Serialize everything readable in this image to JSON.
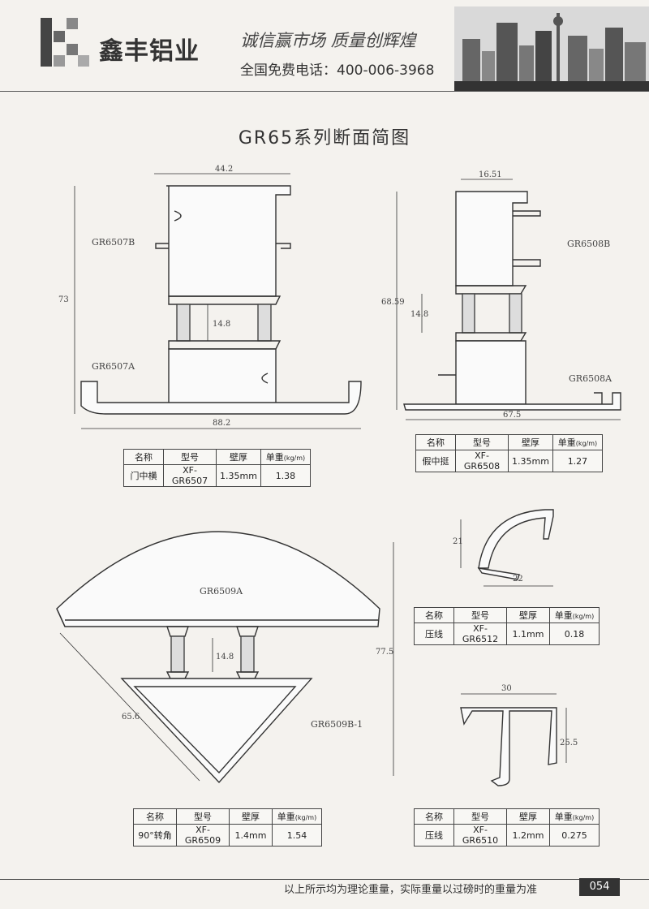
{
  "header": {
    "brand": "鑫丰铝业",
    "slogan": "诚信赢市场   质量创辉煌",
    "hotline": "全国免费电话：400-006-3968"
  },
  "page_title": "GR65系列断面简图",
  "drawings": {
    "gr6507": {
      "label_top": "GR6507B",
      "label_bottom": "GR6507A",
      "width_top": "44.2",
      "height": "73",
      "gap": "14.8",
      "width_bottom": "88.2"
    },
    "gr6508": {
      "label_top": "GR6508B",
      "label_bottom": "GR6508A",
      "width_top": "16.51",
      "height": "68.59",
      "gap": "14.8",
      "width_bottom": "67.5"
    },
    "gr6512": {
      "height": "21",
      "width": "22"
    },
    "gr6509": {
      "label_top": "GR6509A",
      "label_bottom": "GR6509B-1",
      "gap": "14.8",
      "height": "77.5",
      "diag": "65.6"
    },
    "gr6510": {
      "width": "30",
      "height": "25.5"
    }
  },
  "spec_headers": {
    "name": "名称",
    "model": "型号",
    "thickness": "壁厚",
    "weight": "单重",
    "weight_unit": "(kg/m)"
  },
  "tables": [
    {
      "name": "门中横",
      "model": "XF-GR6507",
      "thickness": "1.35mm",
      "weight": "1.38"
    },
    {
      "name": "假中挺",
      "model": "XF-GR6508",
      "thickness": "1.35mm",
      "weight": "1.27"
    },
    {
      "name": "压线",
      "model": "XF-GR6512",
      "thickness": "1.1mm",
      "weight": "0.18"
    },
    {
      "name": "90°转角",
      "model": "XF-GR6509",
      "thickness": "1.4mm",
      "weight": "1.54"
    },
    {
      "name": "压线",
      "model": "XF-GR6510",
      "thickness": "1.2mm",
      "weight": "0.275"
    }
  ],
  "footer": {
    "note": "以上所示均为理论重量，实际重量以过磅时的重量为准",
    "page": "054"
  }
}
